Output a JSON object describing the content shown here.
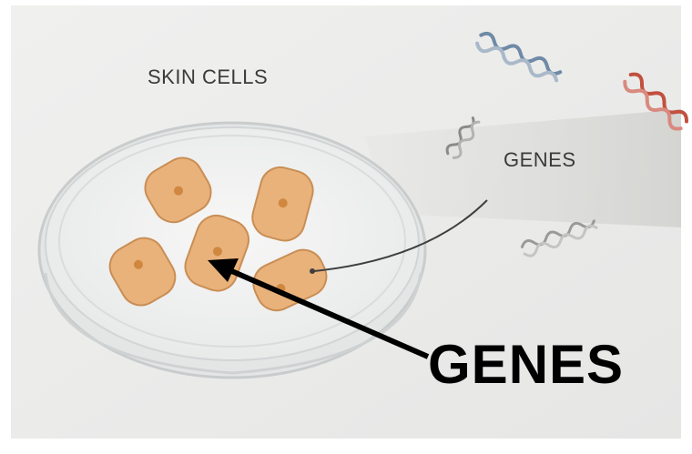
{
  "labels": {
    "skin_cells": "SKIN CELLS",
    "genes_small": "GENES",
    "genes_big": "GENES"
  },
  "colors": {
    "background": "#ebebea",
    "cell_fill": "#e9b27a",
    "cell_outline": "#c98e55",
    "nucleus": "#d0873f",
    "dish_rim": "#f3f3f2",
    "dish_edge": "#c9cccd",
    "dna_blue": "#6f8aa6",
    "dna_red": "#c2503f",
    "dna_gray": "#9a9a9a",
    "arrow": "#000000"
  },
  "icons": [
    "dna-blue-icon",
    "dna-red-icon",
    "dna-small-icon",
    "dna-gray-icon",
    "petri-dish-icon"
  ]
}
